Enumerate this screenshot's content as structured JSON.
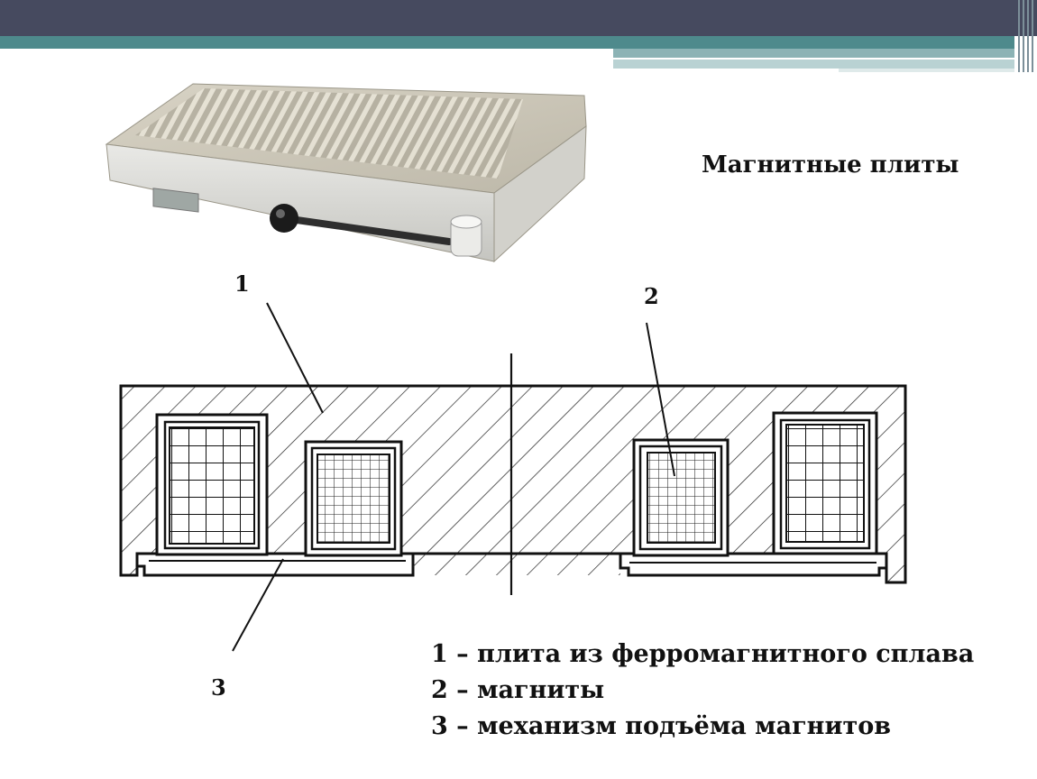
{
  "slide": {
    "title": "Магнитные плиты",
    "callouts": {
      "one": "1",
      "two": "2",
      "three": "3"
    },
    "legend": [
      "1 – плита из ферромагнитного сплава",
      "2 – магниты",
      "3 – механизм подъёма магнитов"
    ]
  },
  "colors": {
    "header": "#464a5f",
    "accent": "#4e8a8c"
  }
}
